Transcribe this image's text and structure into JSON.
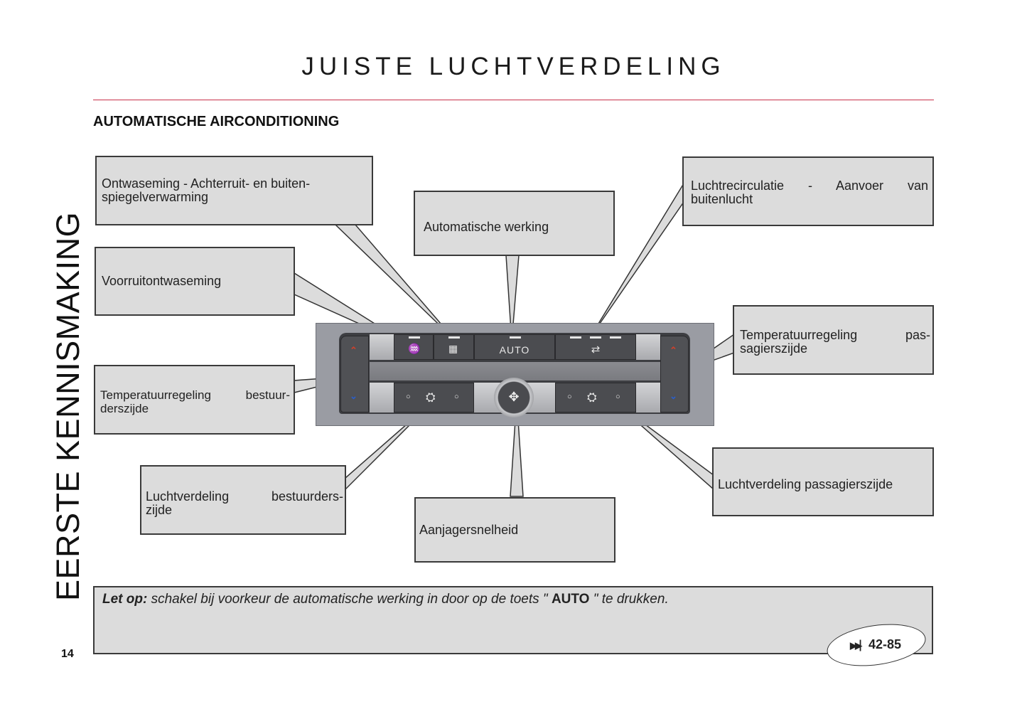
{
  "page": {
    "title": "JUISTE LUCHTVERDELING",
    "section_heading": "AUTOMATISCHE AIRCONDITIONING",
    "side_label": "EERSTE KENNISMAKING",
    "page_number": "14"
  },
  "callouts": {
    "rear_defrost": {
      "line1": "Ontwaseming - Achterruit- en buiten-",
      "line2": "spiegelverwarming"
    },
    "windscreen_defrost": {
      "line1": "Voorruitontwaseming"
    },
    "auto_mode": {
      "line1": "Automatische werking"
    },
    "recirculation": {
      "line1": "Luchtrecirculatie - Aanvoer van",
      "line2": "buitenlucht"
    },
    "temp_passenger": {
      "line1": "Temperatuurregeling pas-",
      "line2": "sagierszijde"
    },
    "temp_driver": {
      "line1": "Temperatuurregeling bestuur-",
      "line2": "derszijde"
    },
    "air_driver": {
      "line1": "Luchtverdeling bestuurders-",
      "line2": "zijde"
    },
    "fan_speed": {
      "line1": "Aanjagersnelheid"
    },
    "air_passenger": {
      "line1": "Luchtverdeling passagierszijde"
    }
  },
  "panel": {
    "auto_button_label": "AUTO",
    "up_arrow": "⌃",
    "down_arrow": "⌄",
    "fan_symbol": "✥",
    "defrost_front_symbol": "♒",
    "defrost_rear_symbol": "▦",
    "recirc_symbol": "⇄",
    "dot": "○"
  },
  "note": {
    "prefix": "Let op:",
    "text_before": " schakel bij voorkeur de automatische werking in door op de toets \" ",
    "keyword": "AUTO",
    "text_after": " \" te drukken."
  },
  "reference": {
    "icon": "skip-forward-icon",
    "pages": "42-85"
  },
  "colors": {
    "rule": "#c8304a",
    "callout_fill": "#dcdcdc",
    "arrow_up": "#d0402a",
    "arrow_down": "#2a5fcc"
  }
}
